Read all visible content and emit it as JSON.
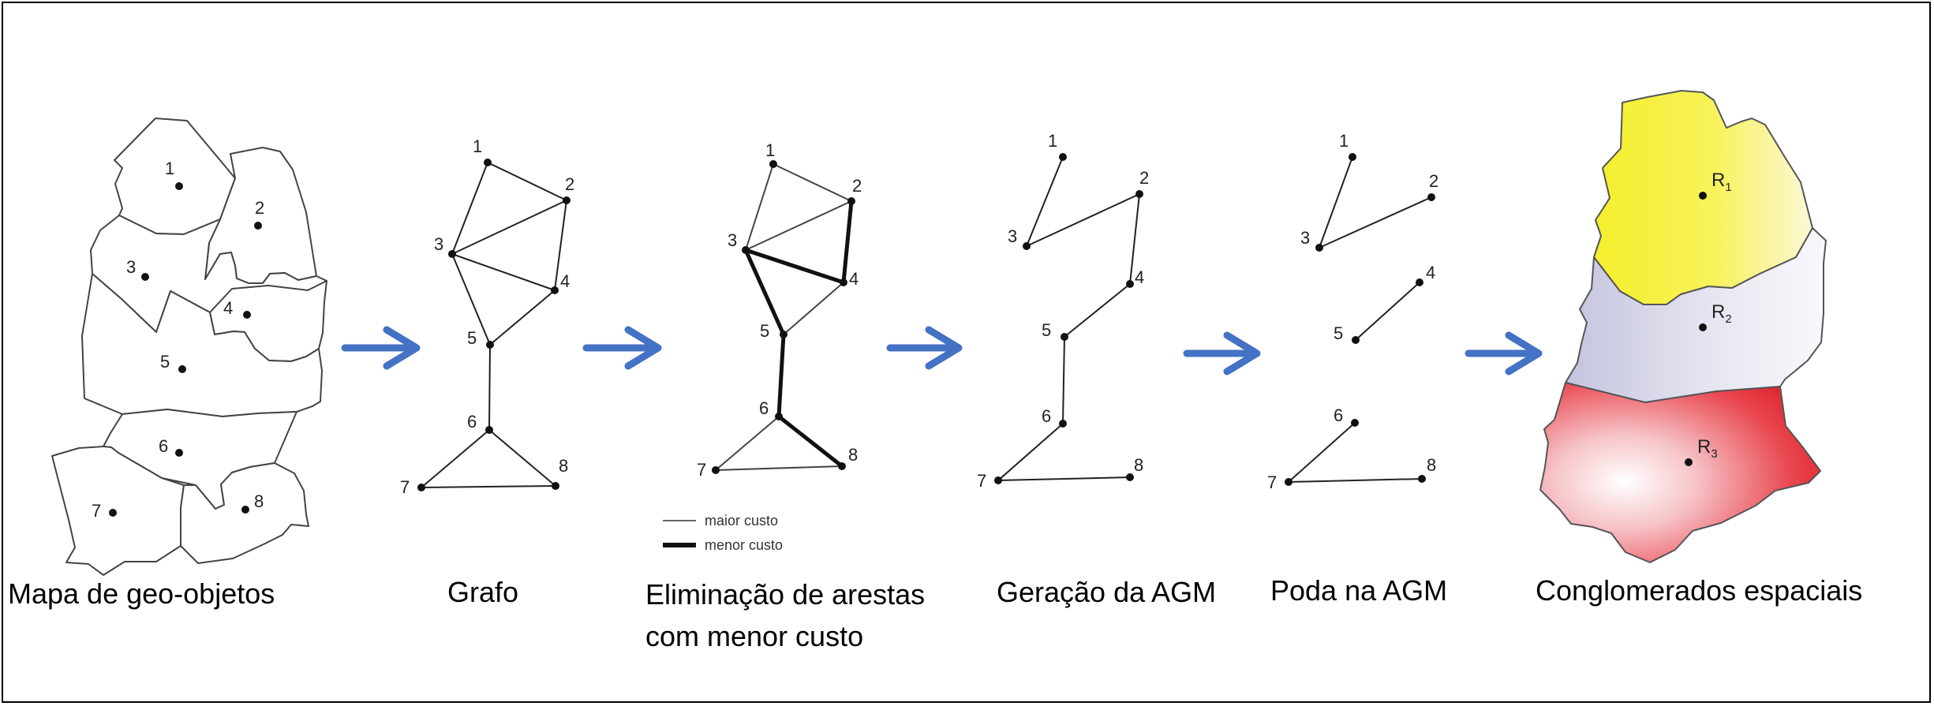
{
  "stages": [
    {
      "caption": "Mapa de geo-objetos"
    },
    {
      "caption": "Grafo"
    },
    {
      "caption_line1": "Eliminação de arestas",
      "caption_line2": "com menor custo"
    },
    {
      "caption": "Geração da AGM"
    },
    {
      "caption": "Poda na AGM"
    },
    {
      "caption": "Conglomerados espaciais"
    }
  ],
  "node_labels": [
    "1",
    "2",
    "3",
    "4",
    "5",
    "6",
    "7",
    "8"
  ],
  "region_labels": [
    {
      "base": "R",
      "sub": "1",
      "color": "#f2ee2a"
    },
    {
      "base": "R",
      "sub": "2",
      "color": "#c9c9e0"
    },
    {
      "base": "R",
      "sub": "3",
      "color": "#e0303a"
    }
  ],
  "legend": {
    "maior": "maior custo",
    "menor": "menor custo"
  },
  "colors": {
    "arrow": "#4472c4"
  }
}
